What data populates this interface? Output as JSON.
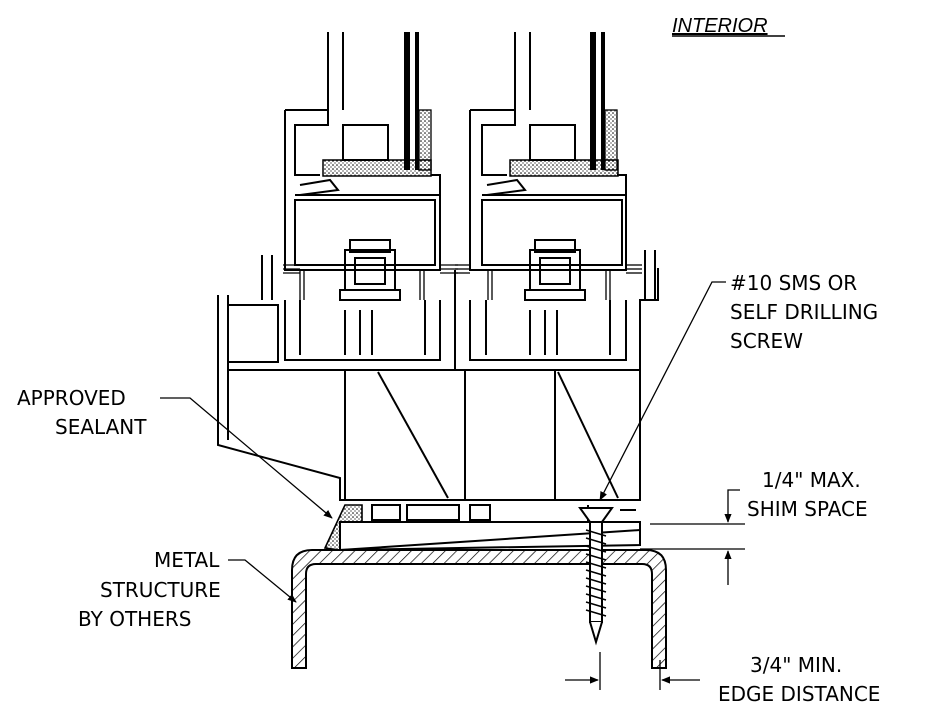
{
  "header": {
    "interior": "INTERIOR"
  },
  "callouts": {
    "screw": [
      "#10 SMS OR",
      "SELF DRILLING",
      "SCREW"
    ],
    "sealant": [
      "APPROVED",
      "SEALANT"
    ],
    "structure": [
      "METAL",
      "STRUCTURE",
      "BY OTHERS"
    ],
    "shim": [
      "1/4\" MAX.",
      "SHIM SPACE"
    ],
    "edge": [
      "3/4\" MIN.",
      "EDGE DISTANCE"
    ]
  }
}
